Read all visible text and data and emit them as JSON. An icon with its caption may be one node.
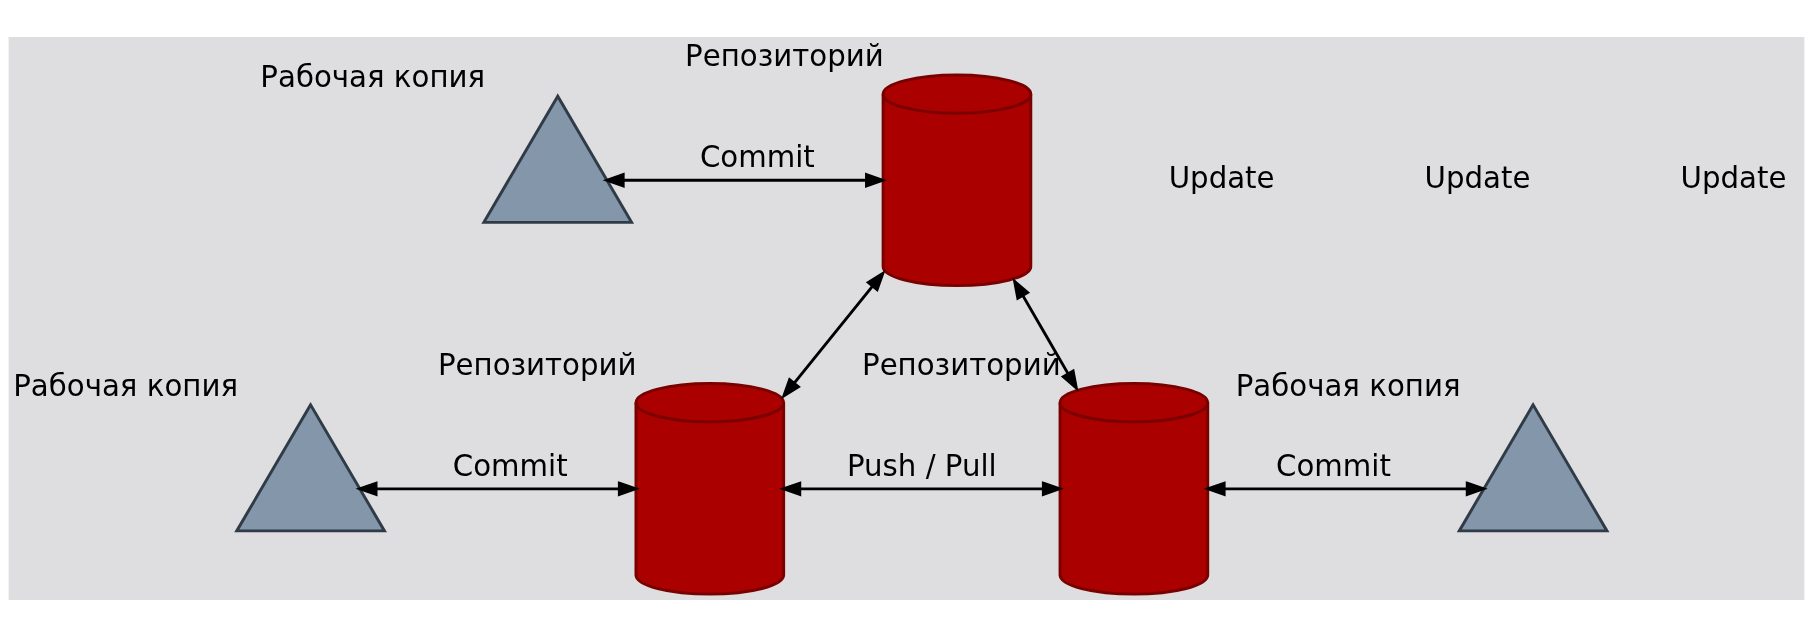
{
  "diagram": {
    "nodes": [
      {
        "text": [
          "Рабочая копия"
        ]
      },
      {
        "text": [
          "Репозиторий"
        ]
      },
      {
        "text": [
          "Рабочая копия"
        ]
      },
      {
        "text": [
          "Репозиторий"
        ]
      },
      {
        "text": [
          "Репозиторий"
        ]
      },
      {
        "text": [
          "Рабочая копия"
        ]
      }
    ],
    "edges": [
      {
        "from": 0,
        "to": 1,
        "arrow": "both",
        "label": "Commit"
      },
      {
        "from": 2,
        "to": 3,
        "arrow": "both",
        "label": "Commit"
      },
      {
        "from": 3,
        "to": 1,
        "arrow": "both"
      },
      {
        "from": 4,
        "to": 1,
        "arrow": "both"
      },
      {
        "from": 3,
        "to": 4,
        "arrow": "both",
        "label": "Push / Pull"
      },
      {
        "from": 4,
        "to": 5,
        "arrow": "both",
        "label": "Commit"
      }
    ],
    "labels": [
      "Update",
      "Update",
      "Update"
    ]
  }
}
